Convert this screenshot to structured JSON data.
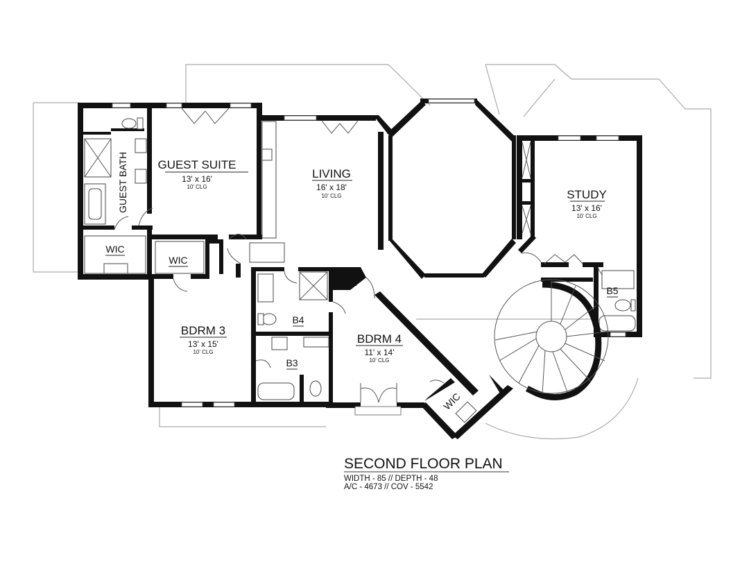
{
  "plan": {
    "title": "SECOND FLOOR PLAN",
    "width_depth": "WIDTH - 85 // DEPTH - 48",
    "area": "A/C - 4673 // COV - 5542"
  },
  "rooms": {
    "guest_suite": {
      "name": "GUEST SUITE",
      "size": "13' x 16'",
      "ceiling": "10' CLG"
    },
    "living": {
      "name": "LIVING",
      "size": "16' x 18'",
      "ceiling": "10' CLG"
    },
    "study": {
      "name": "STUDY",
      "size": "13' x 16'",
      "ceiling": "10' CLG"
    },
    "bdrm3": {
      "name": "BDRM 3",
      "size": "13' x 15'",
      "ceiling": "10' CLG"
    },
    "bdrm4": {
      "name": "BDRM 4",
      "size": "11' x 14'",
      "ceiling": "10' CLG"
    },
    "guest_bath": {
      "name": "GUEST BATH"
    },
    "wic_guest": {
      "name": "WIC"
    },
    "wic_bdrm3": {
      "name": "WIC"
    },
    "wic_bdrm4": {
      "name": "WIC"
    },
    "b3": {
      "name": "B3"
    },
    "b4": {
      "name": "B4"
    },
    "b5": {
      "name": "B5"
    }
  }
}
